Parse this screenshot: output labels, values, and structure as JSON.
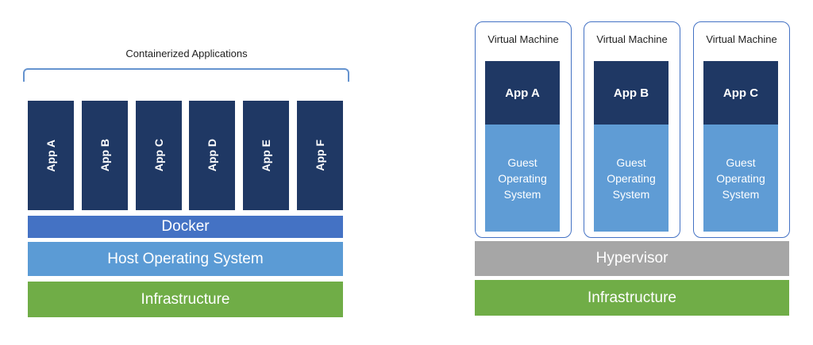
{
  "containers_panel": {
    "title": "Containerized Applications",
    "apps": [
      "App A",
      "App B",
      "App C",
      "App D",
      "App E",
      "App F"
    ],
    "docker_layer": {
      "label": "Docker"
    },
    "host_os_layer": {
      "label": "Host Operating System"
    },
    "infrastructure_layer": {
      "label": "Infrastructure"
    }
  },
  "vm_panel": {
    "vms": [
      {
        "title": "Virtual Machine",
        "app_label": "App A",
        "os_label": "Guest Operating System"
      },
      {
        "title": "Virtual Machine",
        "app_label": "App B",
        "os_label": "Guest Operating System"
      },
      {
        "title": "Virtual Machine",
        "app_label": "App C",
        "os_label": "Guest Operating System"
      }
    ],
    "hypervisor_layer": {
      "label": "Hypervisor"
    },
    "infrastructure_layer": {
      "label": "Infrastructure"
    }
  },
  "colors": {
    "app_navy": "#1f3864",
    "docker_blue": "#4472c4",
    "host_os_blue": "#5b9bd5",
    "guest_os_blue": "#5f9cd5",
    "hypervisor_gray": "#a6a6a6",
    "infrastructure_green": "#70ad47",
    "vm_border_blue": "#4472c4",
    "bracket_blue": "#6593cf",
    "label_text": "#1f1f1f"
  }
}
